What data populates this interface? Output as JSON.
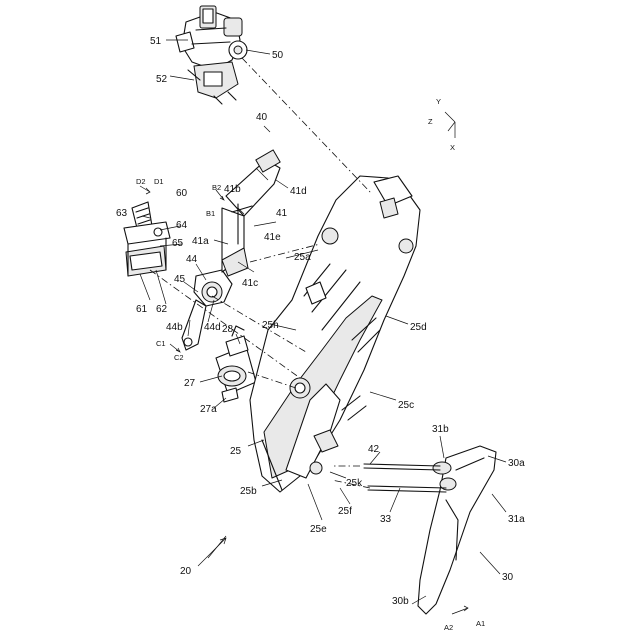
{
  "labels": {
    "r20": "20",
    "r25": "25",
    "r25a": "25a",
    "r25b": "25b",
    "r25c": "25c",
    "r25d": "25d",
    "r25e": "25e",
    "r25f": "25f",
    "r25h": "25h",
    "r25k": "25k",
    "r27": "27",
    "r27a": "27a",
    "r28": "28",
    "r30": "30",
    "r30a": "30a",
    "r30b": "30b",
    "r31a": "31a",
    "r31b": "31b",
    "r33": "33",
    "r40": "40",
    "r41": "41",
    "r41a": "41a",
    "r41b": "41b",
    "r41c": "41c",
    "r41d": "41d",
    "r41e": "41e",
    "r42": "42",
    "r44": "44",
    "r44b": "44b",
    "r44d": "44d",
    "r45": "45",
    "r50": "50",
    "r51": "51",
    "r52": "52",
    "r60": "60",
    "r61": "61",
    "r62": "62",
    "r63": "63",
    "r64": "64",
    "r65": "65"
  },
  "directions": {
    "d1": "D1",
    "d2": "D2",
    "b1": "B1",
    "b2": "B2",
    "c1": "C1",
    "c2": "C2",
    "a1": "A1",
    "a2": "A2"
  },
  "axes": {
    "x": "X",
    "y": "Y",
    "z": "Z"
  }
}
